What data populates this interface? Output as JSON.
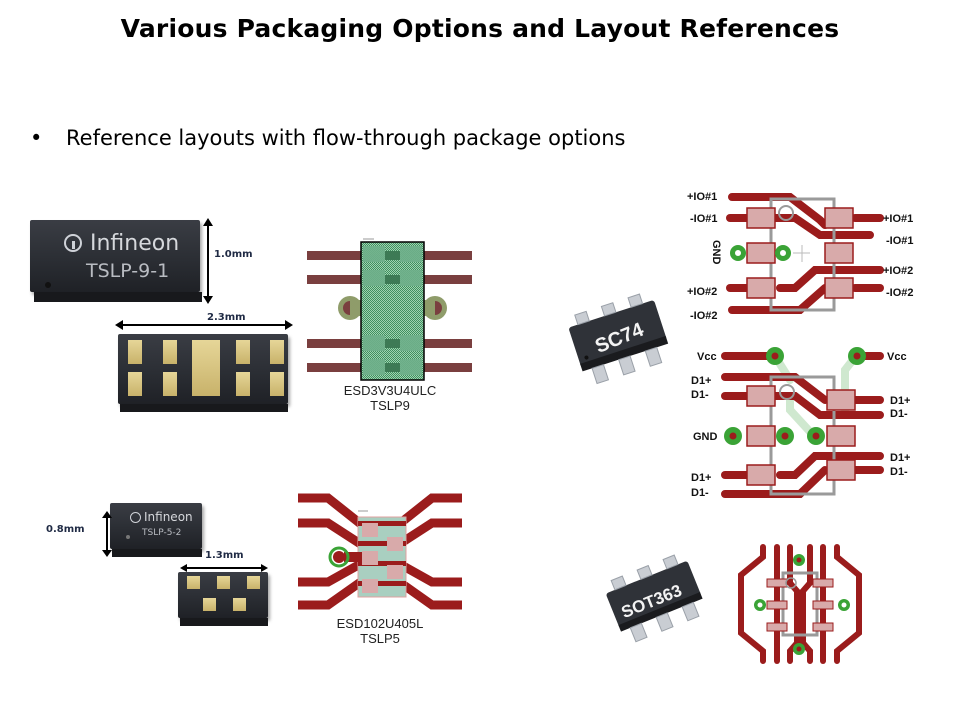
{
  "slide": {
    "title": "Various Packaging Options and Layout References",
    "bullets": [
      {
        "marker": "•",
        "text": "Reference layouts with flow-through package options"
      }
    ]
  },
  "packages": {
    "tslp9": {
      "brand": "Infineon",
      "marking": "TSLP-9-1",
      "height_dim": "1.0mm",
      "width_dim": "2.3mm",
      "layout_caption": [
        "ESD3V3U4ULC",
        "TSLP9"
      ]
    },
    "tslp5": {
      "brand": "Infineon",
      "marking": "TSLP-5-2",
      "height_dim": "0.8mm",
      "width_dim": "1.3mm",
      "layout_caption": [
        "ESD102U405L",
        "TSLP5"
      ]
    },
    "sc74": {
      "marking": "SC74",
      "layout1_labels": {
        "left": [
          "+IO#1",
          "-IO#1",
          "+IO#2",
          "-IO#2"
        ],
        "gnd": "GND",
        "right": [
          "+IO#1",
          "-IO#1",
          "+IO#2",
          "-IO#2"
        ]
      },
      "layout2_labels": {
        "vcc_left": "Vcc",
        "vcc_right": "Vcc",
        "left": [
          "D1+",
          "D1-",
          "GND",
          "D1+",
          "D1-"
        ],
        "right": [
          "D1+",
          "D1-",
          "D1+",
          "D1-"
        ]
      }
    },
    "sot363": {
      "marking": "SOT363"
    }
  },
  "colors": {
    "trace": "#9b1c1c",
    "pad_fill": "#d9a9a9",
    "via_ring": "#3aa336",
    "outline": "#9a9a9a",
    "tslp9_trace": "#7a3a3a",
    "tslp9_body": "#7fbf9a"
  }
}
